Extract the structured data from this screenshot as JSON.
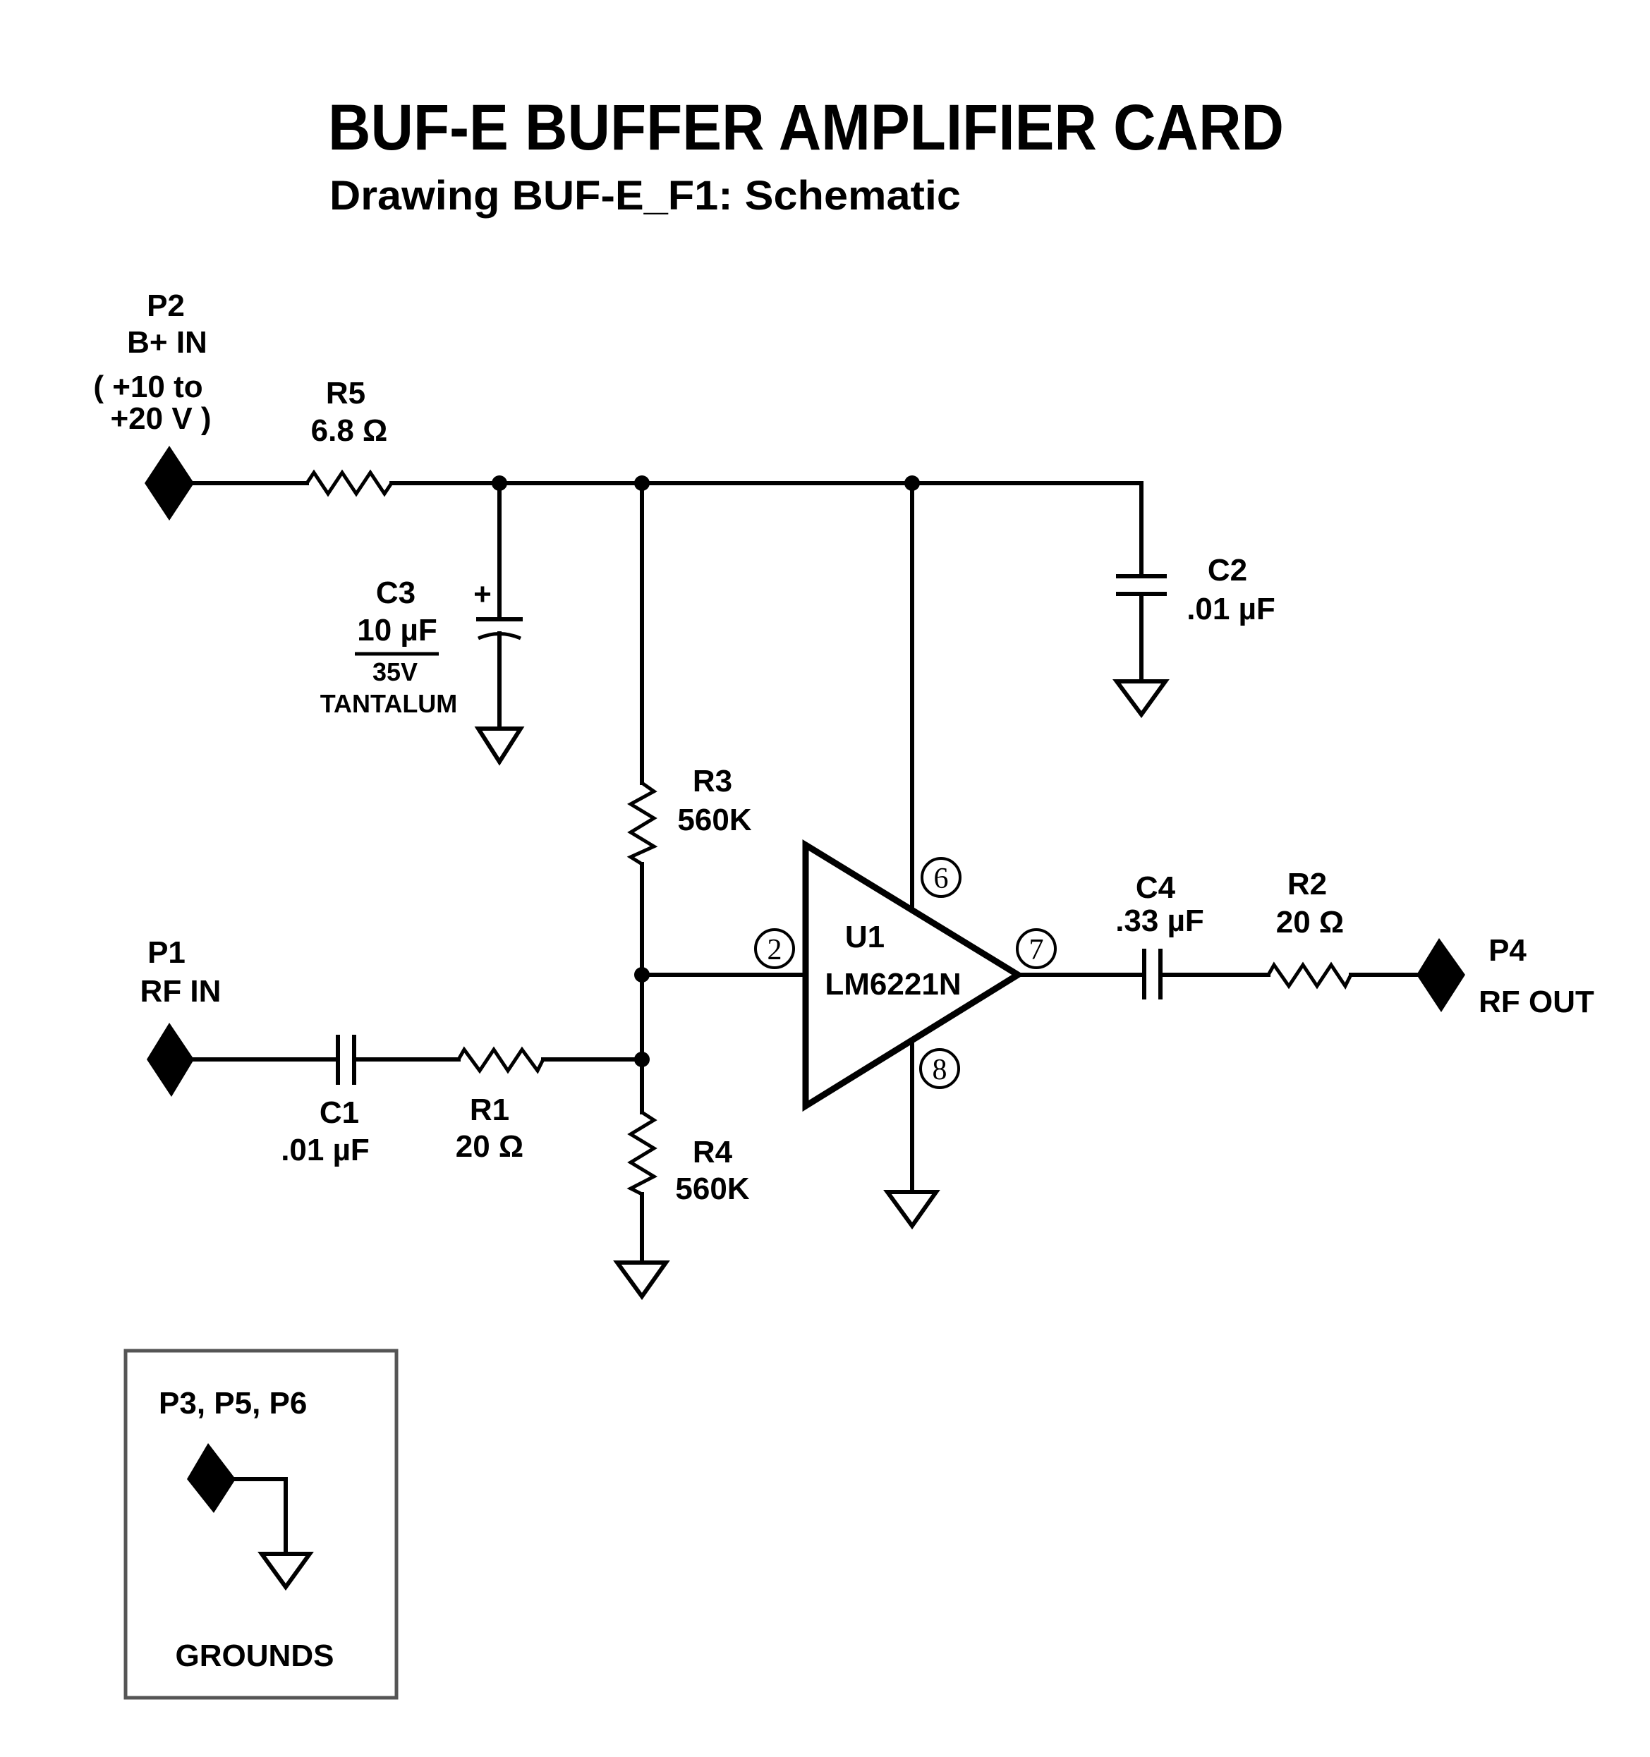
{
  "title": "BUF-E  BUFFER  AMPLIFIER  CARD",
  "subtitle": "Drawing BUF-E_F1:  Schematic",
  "connectors": {
    "p2": {
      "ref": "P2",
      "name": "B+  IN",
      "range_line1": "( +10 to",
      "range_line2": "+20 V )"
    },
    "p1": {
      "ref": "P1",
      "name": "RF  IN"
    },
    "p4": {
      "ref": "P4",
      "name": "RF OUT"
    },
    "grounds": {
      "refs": "P3, P5, P6",
      "name": "GROUNDS"
    }
  },
  "components": {
    "r5": {
      "ref": "R5",
      "value": "6.8 Ω"
    },
    "c3": {
      "ref": "C3",
      "value": "10 µF",
      "voltage": "35V",
      "type": "TANTALUM",
      "polarity": "+"
    },
    "c2": {
      "ref": "C2",
      "value": ".01 µF"
    },
    "r3": {
      "ref": "R3",
      "value": "560K"
    },
    "r4": {
      "ref": "R4",
      "value": "560K"
    },
    "c1": {
      "ref": "C1",
      "value": ".01 µF"
    },
    "r1": {
      "ref": "R1",
      "value": "20 Ω"
    },
    "u1": {
      "ref": "U1",
      "part": "LM6221N",
      "pins": {
        "in": "2",
        "vplus": "6",
        "out": "7",
        "vminus": "8"
      }
    },
    "c4": {
      "ref": "C4",
      "value": ".33 µF"
    },
    "r2": {
      "ref": "R2",
      "value": "20 Ω"
    }
  }
}
